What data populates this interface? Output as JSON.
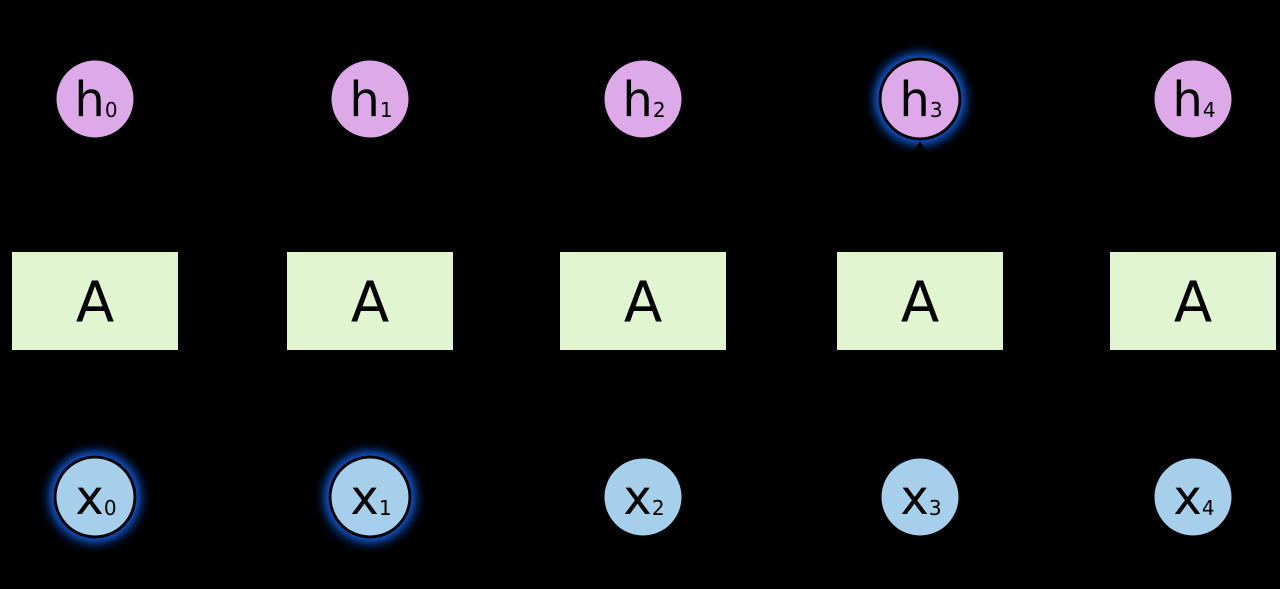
{
  "colors": {
    "background": "#000000",
    "cell_fill": "#e1f5d0",
    "hidden_fill": "#dda9e8",
    "input_fill": "#a5cfea",
    "stroke": "#000000",
    "glow": "#1a6cff"
  },
  "steps": [
    {
      "cell_label": "A",
      "hidden": {
        "main": "h",
        "sub": "0",
        "highlighted": false
      },
      "input": {
        "main": "x",
        "sub": "0",
        "highlighted": true
      }
    },
    {
      "cell_label": "A",
      "hidden": {
        "main": "h",
        "sub": "1",
        "highlighted": false
      },
      "input": {
        "main": "x",
        "sub": "1",
        "highlighted": true
      }
    },
    {
      "cell_label": "A",
      "hidden": {
        "main": "h",
        "sub": "2",
        "highlighted": false
      },
      "input": {
        "main": "x",
        "sub": "2",
        "highlighted": false
      }
    },
    {
      "cell_label": "A",
      "hidden": {
        "main": "h",
        "sub": "3",
        "highlighted": true
      },
      "input": {
        "main": "x",
        "sub": "3",
        "highlighted": false
      }
    },
    {
      "cell_label": "A",
      "hidden": {
        "main": "h",
        "sub": "4",
        "highlighted": false
      },
      "input": {
        "main": "x",
        "sub": "4",
        "highlighted": false
      }
    }
  ],
  "connectors": {
    "input_to_cell_visible": [
      true,
      true,
      false,
      false,
      false
    ],
    "cell_to_hidden_arrow_visible": [
      false,
      false,
      false,
      true,
      false
    ]
  }
}
